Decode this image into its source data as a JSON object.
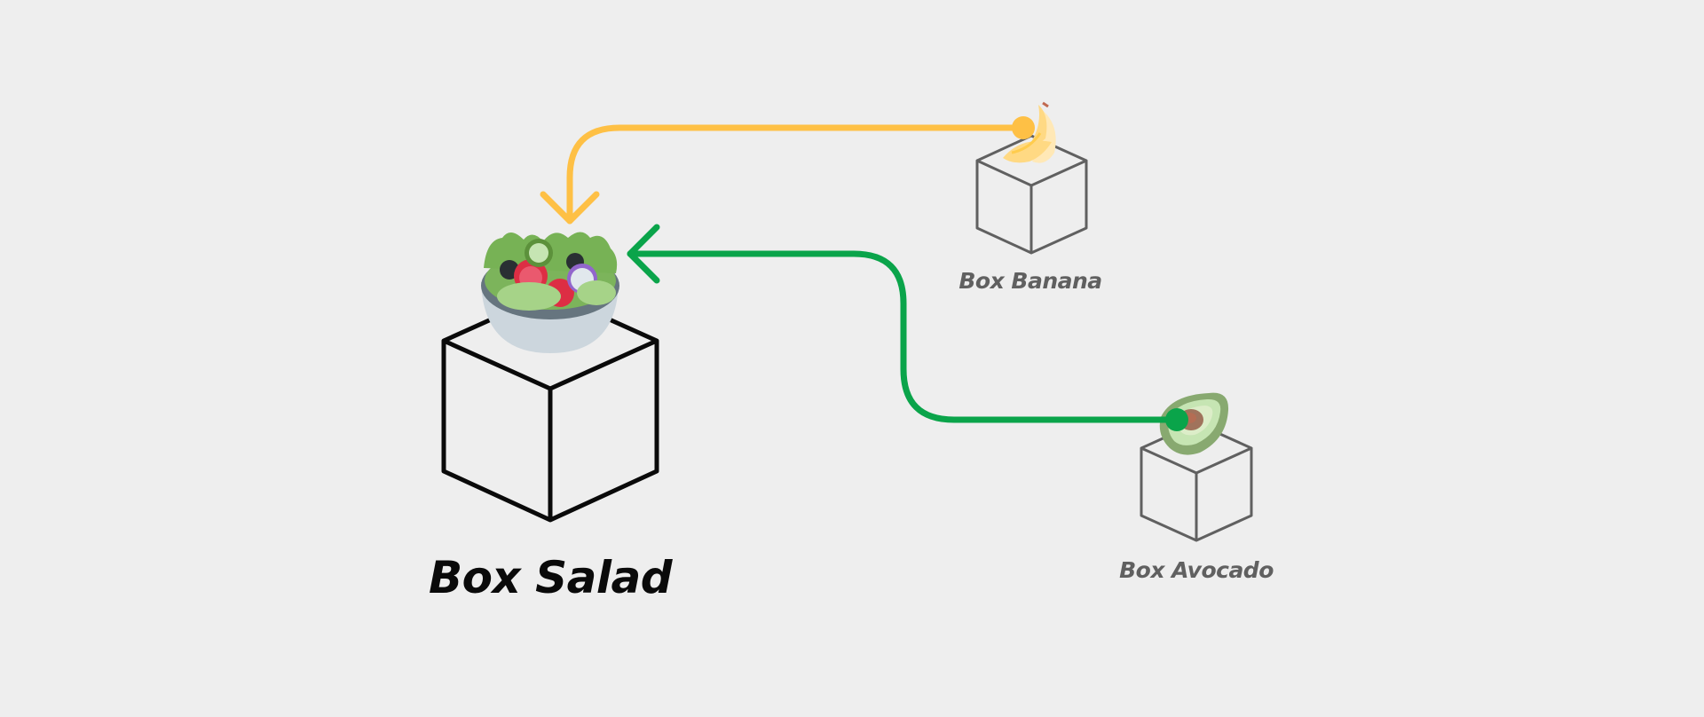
{
  "diagram": {
    "boxes": [
      {
        "id": "salad",
        "label": "Box Salad",
        "icon": "salad-bowl-icon"
      },
      {
        "id": "banana",
        "label": "Box Banana",
        "icon": "banana-icon"
      },
      {
        "id": "avocado",
        "label": "Box Avocado",
        "icon": "avocado-icon"
      }
    ],
    "connections": [
      {
        "from": "banana",
        "to": "salad",
        "color": "#fec045"
      },
      {
        "from": "avocado",
        "to": "salad",
        "color": "#0aa44a"
      }
    ]
  },
  "colors": {
    "background": "#eeeeee",
    "main_box_stroke": "#0a0a0a",
    "minor_box_stroke": "#606060",
    "banana_arrow": "#fec045",
    "avocado_arrow": "#0aa44a"
  }
}
